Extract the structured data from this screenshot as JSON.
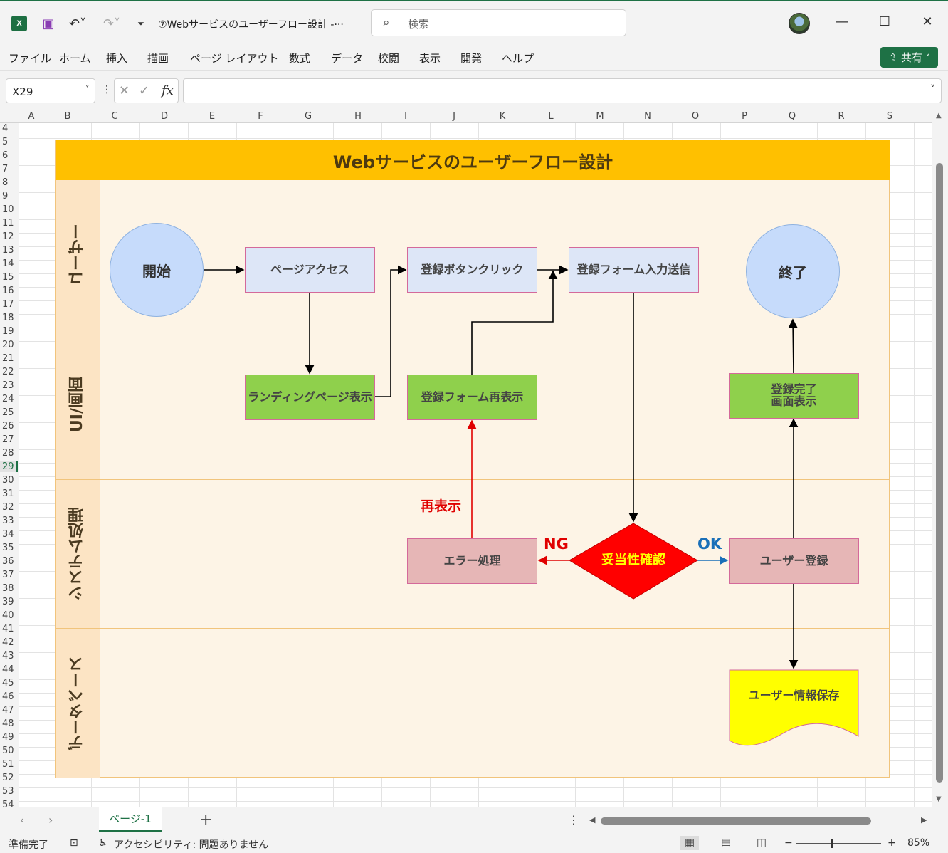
{
  "titlebar": {
    "doc_title": "⑦Webサービスのユーザーフロー設計  -···",
    "search_placeholder": "検索",
    "app_logo": "X",
    "icons": [
      "save-icon",
      "undo-icon",
      "redo-icon",
      "customize-icon"
    ]
  },
  "menu": {
    "items": [
      "ファイル",
      "ホーム",
      "挿入",
      "描画",
      "ページ レイアウト",
      "数式",
      "データ",
      "校閲",
      "表示",
      "開発",
      "ヘルプ"
    ],
    "share": "共有"
  },
  "formula_bar": {
    "name_box": "X29",
    "fx": "fx",
    "value": ""
  },
  "grid": {
    "columns": [
      "A",
      "B",
      "C",
      "D",
      "E",
      "F",
      "G",
      "H",
      "I",
      "J",
      "K",
      "L",
      "M",
      "N",
      "O",
      "P",
      "Q",
      "R",
      "S"
    ],
    "rows": [
      "4",
      "5",
      "6",
      "7",
      "8",
      "9",
      "10",
      "11",
      "12",
      "13",
      "14",
      "15",
      "16",
      "17",
      "18",
      "19",
      "20",
      "21",
      "22",
      "23",
      "24",
      "25",
      "26",
      "27",
      "28",
      "29",
      "30",
      "31",
      "32",
      "33",
      "34",
      "35",
      "36",
      "37",
      "38",
      "39",
      "40",
      "41",
      "42",
      "43",
      "44",
      "45",
      "46",
      "47",
      "48",
      "49",
      "50",
      "51",
      "52",
      "53",
      "54"
    ],
    "selected_row": "29"
  },
  "diagram": {
    "title": "Webサービスのユーザーフロー設計",
    "lanes": [
      "ユーザー",
      "UI/画面",
      "システム処理",
      "データベース"
    ],
    "nodes": {
      "start": "開始",
      "page_access": "ページアクセス",
      "register_click": "登録ボタンクリック",
      "form_submit": "登録フォーム入力送信",
      "end": "終了",
      "landing": "ランディングページ表示",
      "form_redisplay": "登録フォーム再表示",
      "done_line1": "登録完了",
      "done_line2": "画面表示",
      "error": "エラー処理",
      "validate": "妥当性確認",
      "user_register": "ユーザー登録",
      "save_user": "ユーザー情報保存"
    },
    "labels": {
      "redisplay": "再表示",
      "ng": "NG",
      "ok": "OK"
    },
    "colors": {
      "title_bg": "#ffc000",
      "lane_bg": "#fdf4e6",
      "terminal": "#c6dbfb",
      "user_step": "#dde6f7",
      "ui_step": "#8fd04c",
      "system_step": "#e6b6b6",
      "decision": "#ff0000",
      "decision_text": "#ffff00",
      "database": "#ffff00",
      "ng": "#e00000",
      "ok": "#1a6fb8"
    }
  },
  "sheets": {
    "tabs": [
      "ページ-1"
    ],
    "add": "+"
  },
  "status": {
    "ready": "準備完了",
    "accessibility": "アクセシビリティ: 問題ありません",
    "zoom": "85%",
    "zoom_minus": "−",
    "zoom_plus": "+"
  }
}
